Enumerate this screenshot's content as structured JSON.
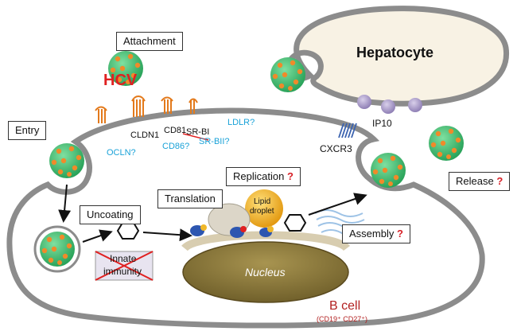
{
  "labels": {
    "hepatocyte": "Hepatocyte",
    "hcv": "HCV",
    "attachment": "Attachment",
    "entry": "Entry",
    "uncoating": "Uncoating",
    "translation": "Translation",
    "replication": "Replication",
    "assembly": "Assembly",
    "release": "Release",
    "question_mark": "?",
    "lipid_droplet_line1": "Lipid",
    "lipid_droplet_line2": "droplet",
    "innate_immunity_line1": "Innate",
    "innate_immunity_line2": "immunity",
    "nucleus": "Nucleus",
    "b_cell": "B cell",
    "b_cell_markers": "(CD19⁺ CD27⁺)",
    "ip10": "IP10",
    "cxcr3": "CXCR3"
  },
  "receptors": {
    "cldn1": "CLDN1",
    "cd81": "CD81",
    "srbi": "SR-BI",
    "ldlr": "LDLR?",
    "ocln": "OCLN?",
    "cd86": "CD86?",
    "srbii": "SR-BII?"
  },
  "colors": {
    "virus_fill": "#3dbb6e",
    "virus_spike": "#f08a2a",
    "membrane": "#8c8c8c",
    "hepatocyte_fill": "#f8f2e4",
    "nucleus_fill": "#8c7a3c",
    "hcv_red": "#e02020",
    "cyan_text": "#1aa2d8",
    "ip10_fill": "#a99ac6",
    "lipid_droplet": "#f0b82a"
  },
  "icons": [
    "virus-particle-icon",
    "hexagon-rna-icon",
    "ribosome-icon",
    "receptor-protein-icon",
    "cxcr3-receptor-icon",
    "ip10-chemokine-icon",
    "er-golgi-icon",
    "arrow-icon"
  ]
}
